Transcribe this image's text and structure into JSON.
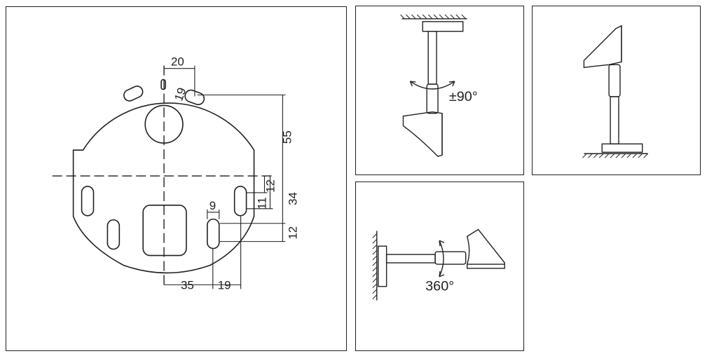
{
  "panels": {
    "mounting_plate": {
      "dimensions": {
        "top_width": "20",
        "slot_width": "9",
        "top_offset": "55",
        "slot_spacing_a": "12",
        "slot_length_a": "11",
        "right_offset": "34",
        "slot_length_b": "12",
        "bottom_left": "35",
        "bottom_right": "19",
        "diagonal": "19"
      }
    },
    "ceiling_mount": {
      "rotation_label": "±90°"
    },
    "floor_mount": {},
    "wall_mount": {
      "rotation_label": "360°"
    }
  },
  "colors": {
    "line": "#231f20",
    "background": "#ffffff"
  }
}
